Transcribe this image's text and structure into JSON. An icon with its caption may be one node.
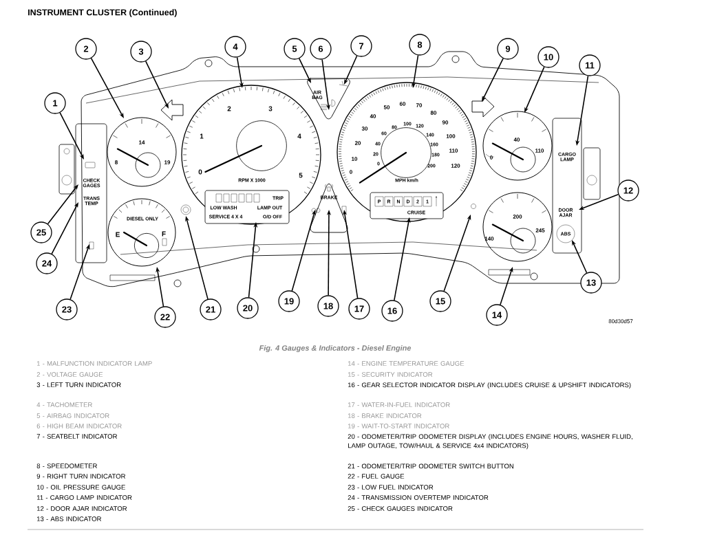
{
  "diagram": {
    "title": "INSTRUMENT CLUSTER (Continued)",
    "caption": "Fig. 4 Gauges & Indicators - Diesel Engine",
    "nodes": [
      {
        "text": [
          "1"
        ]
      },
      {
        "text": [
          "2"
        ]
      },
      {
        "text": [
          "3"
        ]
      },
      {
        "text": [
          "4"
        ]
      },
      {
        "text": [
          "5"
        ]
      },
      {
        "text": [
          "6"
        ]
      },
      {
        "text": [
          "7"
        ]
      },
      {
        "text": [
          "8"
        ]
      },
      {
        "text": [
          "9"
        ]
      },
      {
        "text": [
          "10"
        ]
      },
      {
        "text": [
          "11"
        ]
      },
      {
        "text": [
          "12"
        ]
      },
      {
        "text": [
          "13"
        ]
      },
      {
        "text": [
          "14"
        ]
      },
      {
        "text": [
          "15"
        ]
      },
      {
        "text": [
          "16"
        ]
      },
      {
        "text": [
          "17"
        ]
      },
      {
        "text": [
          "18"
        ]
      },
      {
        "text": [
          "19"
        ]
      },
      {
        "text": [
          "20"
        ]
      },
      {
        "text": [
          "21"
        ]
      },
      {
        "text": [
          "22"
        ]
      },
      {
        "text": [
          "23"
        ]
      },
      {
        "text": [
          "24"
        ]
      },
      {
        "text": [
          "25"
        ]
      },
      {
        "text": [
          "CHECK GAGES",
          "TRANS TEMP"
        ]
      },
      {
        "text": [
          "AIR BAG"
        ]
      },
      {
        "text": [
          "TRIP",
          "LOW WASH",
          "LAMP OUT",
          "SERVICE 4 X 4",
          "O/D OFF"
        ]
      },
      {
        "text": [
          "BRAKE"
        ]
      },
      {
        "text": [
          "P",
          "R",
          "N",
          "D",
          "2",
          "1",
          "CRUISE"
        ]
      },
      {
        "text": [
          "CARGO LAMP",
          "DOOR AJAR",
          "ABS"
        ]
      }
    ],
    "edges": [
      {
        "from": 0,
        "to": 25,
        "arrow": "to"
      },
      {
        "from": 1,
        "to": null,
        "arrow": "to"
      },
      {
        "from": 2,
        "to": null,
        "arrow": "to"
      },
      {
        "from": 3,
        "to": null,
        "arrow": "to"
      },
      {
        "from": 4,
        "to": 26,
        "arrow": "to"
      },
      {
        "from": 5,
        "to": 26,
        "arrow": "to"
      },
      {
        "from": 6,
        "to": 26,
        "arrow": "to"
      },
      {
        "from": 7,
        "to": null,
        "arrow": "to"
      },
      {
        "from": 8,
        "to": null,
        "arrow": "to"
      },
      {
        "from": 9,
        "to": null,
        "arrow": "to"
      },
      {
        "from": 10,
        "to": 30,
        "arrow": "to"
      },
      {
        "from": 11,
        "to": 30,
        "arrow": "to"
      },
      {
        "from": 12,
        "to": 30,
        "arrow": "to"
      },
      {
        "from": 13,
        "to": null,
        "arrow": "to"
      },
      {
        "from": 14,
        "to": null,
        "arrow": "to"
      },
      {
        "from": 15,
        "to": 29,
        "arrow": "to"
      },
      {
        "from": 16,
        "to": 28,
        "arrow": "to"
      },
      {
        "from": 17,
        "to": 28,
        "arrow": "to"
      },
      {
        "from": 18,
        "to": 28,
        "arrow": "to"
      },
      {
        "from": 19,
        "to": 27,
        "arrow": "to"
      },
      {
        "from": 20,
        "to": null,
        "arrow": "to"
      },
      {
        "from": 21,
        "to": null,
        "arrow": "to"
      },
      {
        "from": 22,
        "to": 25,
        "arrow": "to"
      },
      {
        "from": 23,
        "to": 25,
        "arrow": "to"
      },
      {
        "from": 24,
        "to": 25,
        "arrow": "to"
      }
    ],
    "labels": [
      "14",
      "8",
      "19",
      "0",
      "1",
      "2",
      "3",
      "4",
      "5",
      "RPM X 1000",
      "DIESEL ONLY",
      "E",
      "F",
      "0",
      "10",
      "20",
      "30",
      "40",
      "50",
      "60",
      "70",
      "80",
      "90",
      "100",
      "110",
      "120",
      "0",
      "20",
      "40",
      "60",
      "80",
      "100",
      "120",
      "140",
      "160",
      "180",
      "200",
      "MPH km/h",
      "0",
      "40",
      "110",
      "140",
      "200",
      "245",
      "80d30d57",
      "1 - MALFUNCTION INDICATOR LAMP",
      "2 - VOLTAGE GAUGE",
      "3 - LEFT TURN INDICATOR",
      "4 - TACHOMETER",
      "5 - AIRBAG INDICATOR",
      "6 - HIGH BEAM INDICATOR",
      "7 - SEATBELT INDICATOR",
      "8 - SPEEDOMETER",
      "9 - RIGHT TURN INDICATOR",
      "10 - OIL PRESSURE GAUGE",
      "11 - CARGO LAMP INDICATOR",
      "12 - DOOR AJAR INDICATOR",
      "13 - ABS INDICATOR",
      "14 - ENGINE TEMPERATURE GAUGE",
      "15 - SECURITY INDICATOR",
      "16 - GEAR SELECTOR INDICATOR DISPLAY (INCLUDES CRUISE & UPSHIFT INDICATORS)",
      "17 - WATER-IN-FUEL INDICATOR",
      "18 - BRAKE INDICATOR",
      "19 - WAIT-TO-START INDICATOR",
      "20 - ODOMETER/TRIP ODOMETER DISPLAY (INCLUDES ENGINE HOURS, WASHER FLUID, LAMP OUTAGE, TOW/HAUL & SERVICE 4x4 INDICATORS)",
      "21 - ODOMETER/TRIP ODOMETER SWITCH BUTTON",
      "22 - FUEL GAUGE",
      "23 - LOW FUEL INDICATOR",
      "24 - TRANSMISSION OVERTEMP INDICATOR",
      "25 - CHECK GAUGES INDICATOR"
    ]
  }
}
